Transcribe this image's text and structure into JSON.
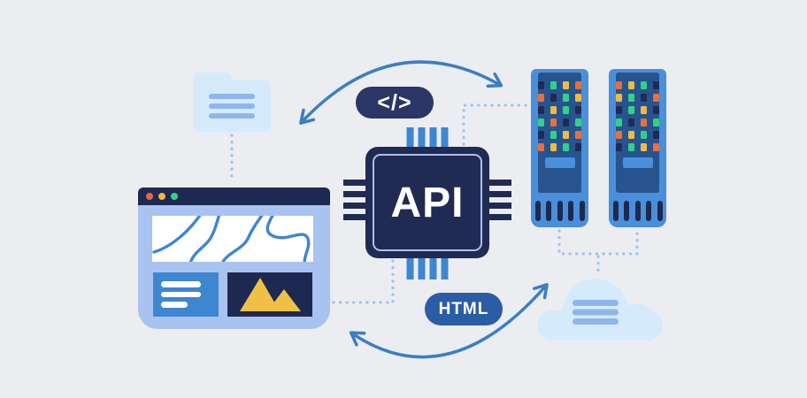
{
  "illustration": {
    "title": "API data exchange concept illustration",
    "code_badge": {
      "label": "</>"
    },
    "chip": {
      "label": "API"
    },
    "html_badge": {
      "label": "HTML"
    },
    "colors": {
      "background": "#ebedf1",
      "navy": "#212a52",
      "code_badge_bg": "#2b3566",
      "html_badge_bg": "#2b5ca6",
      "accent_blue": "#3e86d0",
      "arrow_blue": "#3d7ec2",
      "light_blue": "#a9c3f1",
      "pale_blue": "#d5ebfc",
      "periwinkle_line": "#8fb5ed",
      "dotted_line": "#9fc2ee",
      "server_shell": "#4a8fd9",
      "server_panel": "#27548e",
      "mountain_yellow": "#f0c046",
      "titlebar_dot_red": "#e9673f",
      "titlebar_dot_yellow": "#f0b73f",
      "titlebar_dot_green": "#35cf8a",
      "led_navy": "#212a52",
      "led_green": "#31d287",
      "led_yellow": "#f0bb41",
      "led_orange": "#e9703c"
    },
    "servers": [
      {
        "leds": [
          [
            "navy",
            "green",
            "yellow",
            "orange"
          ],
          [
            "orange",
            "navy",
            "green",
            "yellow"
          ],
          [
            "navy",
            "yellow",
            "green",
            "navy"
          ],
          [
            "green",
            "orange",
            "navy",
            "green"
          ],
          [
            "navy",
            "green",
            "yellow",
            "orange"
          ],
          [
            "orange",
            "yellow",
            "green",
            "navy"
          ]
        ]
      },
      {
        "leds": [
          [
            "orange",
            "yellow",
            "green",
            "navy"
          ],
          [
            "yellow",
            "green",
            "navy",
            "orange"
          ],
          [
            "navy",
            "green",
            "yellow",
            "navy"
          ],
          [
            "green",
            "navy",
            "orange",
            "green"
          ],
          [
            "orange",
            "yellow",
            "green",
            "navy"
          ],
          [
            "navy",
            "green",
            "yellow",
            "orange"
          ]
        ]
      }
    ]
  }
}
